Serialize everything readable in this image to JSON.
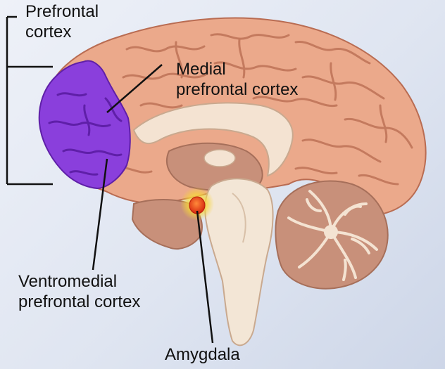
{
  "labels": {
    "prefrontal_cortex": [
      "Prefrontal",
      "cortex"
    ],
    "medial_prefrontal_cortex": [
      "Medial",
      "prefrontal cortex"
    ],
    "ventromedial_prefrontal_cortex": [
      "Ventromedial",
      "prefrontal cortex"
    ],
    "amygdala": "Amygdala"
  },
  "colors": {
    "cortex": "#eba98b",
    "cortex_shadow": "#c97b60",
    "prefrontal_region": "#8a3fdc",
    "prefrontal_shadow": "#5f1fa8",
    "white_matter": "#f4e3d2",
    "brainstem": "#f3e6d6",
    "amygdala": "#f04b1e",
    "amygdala_glow": "#f6e64a",
    "leader_lines": "#111111"
  }
}
